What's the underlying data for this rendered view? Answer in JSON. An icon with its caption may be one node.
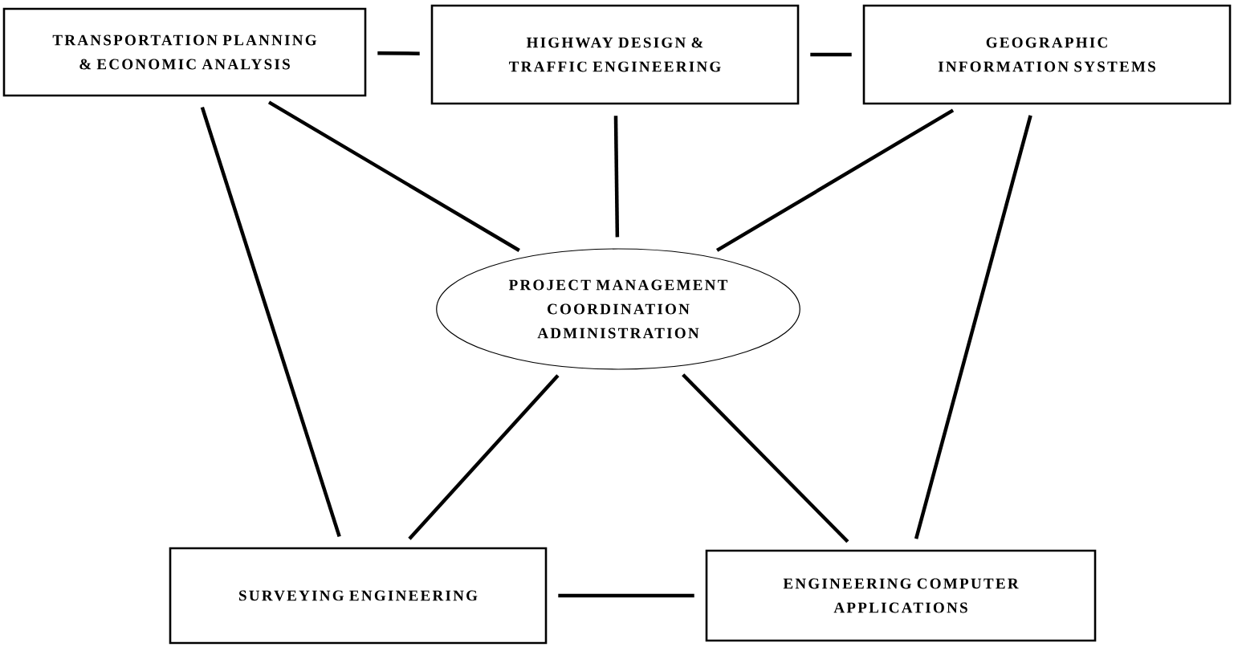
{
  "diagram": {
    "nodes": [
      {
        "text": [
          "TRANSPORTATION PLANNING & ECONOMIC ANALYSIS"
        ]
      },
      {
        "text": [
          "HIGHWAY DESIGN & TRAFFIC ENGINEERING"
        ]
      },
      {
        "text": [
          "GEOGRAPHIC INFORMATION SYSTEMS"
        ]
      },
      {
        "text": [
          "PROJECT MANAGEMENT COORDINATION ADMINISTRATION"
        ]
      },
      {
        "text": [
          "SURVEYING ENGINEERING"
        ]
      },
      {
        "text": [
          "ENGINEERING COMPUTER APPLICATIONS"
        ]
      }
    ],
    "edges": [
      {
        "from": 0,
        "to": 1,
        "arrow": "none"
      },
      {
        "from": 1,
        "to": 2,
        "arrow": "none"
      },
      {
        "from": 0,
        "to": 3,
        "arrow": "none"
      },
      {
        "from": 1,
        "to": 3,
        "arrow": "none"
      },
      {
        "from": 2,
        "to": 3,
        "arrow": "none"
      },
      {
        "from": 0,
        "to": 4,
        "arrow": "none"
      },
      {
        "from": 2,
        "to": 5,
        "arrow": "none"
      },
      {
        "from": 3,
        "to": 4,
        "arrow": "none"
      },
      {
        "from": 3,
        "to": 5,
        "arrow": "none"
      },
      {
        "from": 4,
        "to": 5,
        "arrow": "none"
      }
    ]
  }
}
